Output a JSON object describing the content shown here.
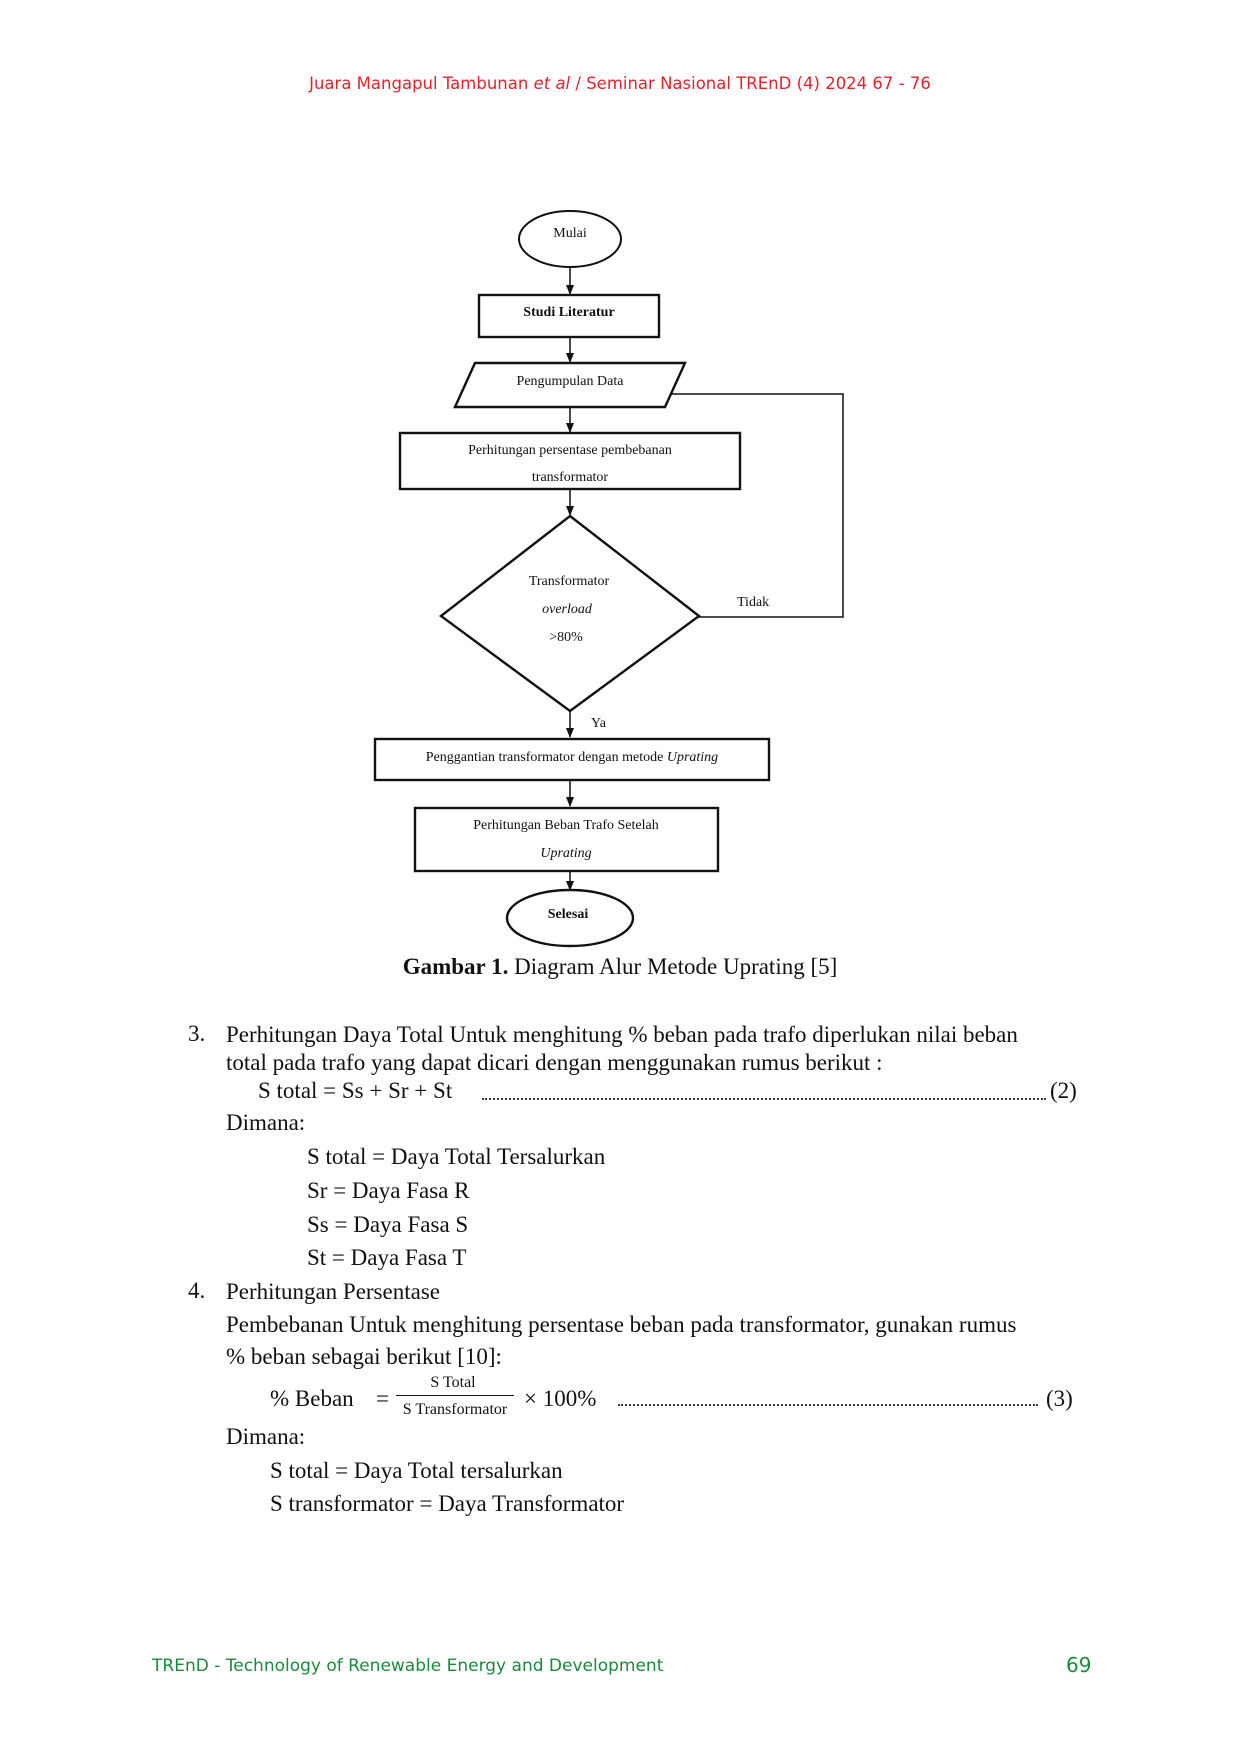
{
  "header": {
    "author": "Juara Mangapul Tambunan",
    "etal": "et al",
    "rest": " / Seminar Nasional TREnD (4) 2024 67 - 76"
  },
  "flowchart": {
    "start": "Mulai",
    "step1": "Studi Literatur",
    "step2": "Pengumpulan Data",
    "step3_line1": "Perhitungan persentase pembebanan",
    "step3_line2": "transformator",
    "decision_line1": "Transformator",
    "decision_line2": "overload",
    "decision_line3": ">80%",
    "no_label": "Tidak",
    "yes_label": "Ya",
    "step4_text": "Penggantian transformator dengan metode ",
    "step4_italic": "Uprating",
    "step5_line1": "Perhitungan Beban Trafo Setelah",
    "step5_line2": "Uprating",
    "end": "Selesai"
  },
  "caption": {
    "label": "Gambar 1.",
    "text": " Diagram Alur Metode Uprating [5]"
  },
  "section3": {
    "number": "3.",
    "line1": "Perhitungan Daya Total Untuk menghitung % beban pada trafo diperlukan nilai beban",
    "line2": "total pada trafo yang dapat dicari dengan menggunakan rumus berikut :",
    "formula": "S total  = Ss + Sr + St",
    "eq_number": "(2)",
    "dimana": "Dimana:",
    "defs": [
      "S total = Daya Total Tersalurkan",
      "Sr = Daya Fasa R",
      "Ss = Daya Fasa S",
      "St = Daya Fasa T"
    ]
  },
  "section4": {
    "number": "4.",
    "title": "Perhitungan Persentase",
    "line1": "Pembebanan Untuk menghitung persentase beban pada transformator, gunakan rumus",
    "line2": "% beban sebagai berikut [10]:",
    "formula_lhs": "% Beban",
    "equals": "=",
    "numerator": "S Total",
    "denominator": "S Transformator",
    "multiplier": "× 100%",
    "eq_number": "(3)",
    "dimana": "Dimana:",
    "defs": [
      "S total  = Daya Total tersalurkan",
      "S transformator  = Daya Transformator"
    ]
  },
  "footer": {
    "journal": "TREnD - Technology of Renewable Energy and Development",
    "page": "69"
  }
}
